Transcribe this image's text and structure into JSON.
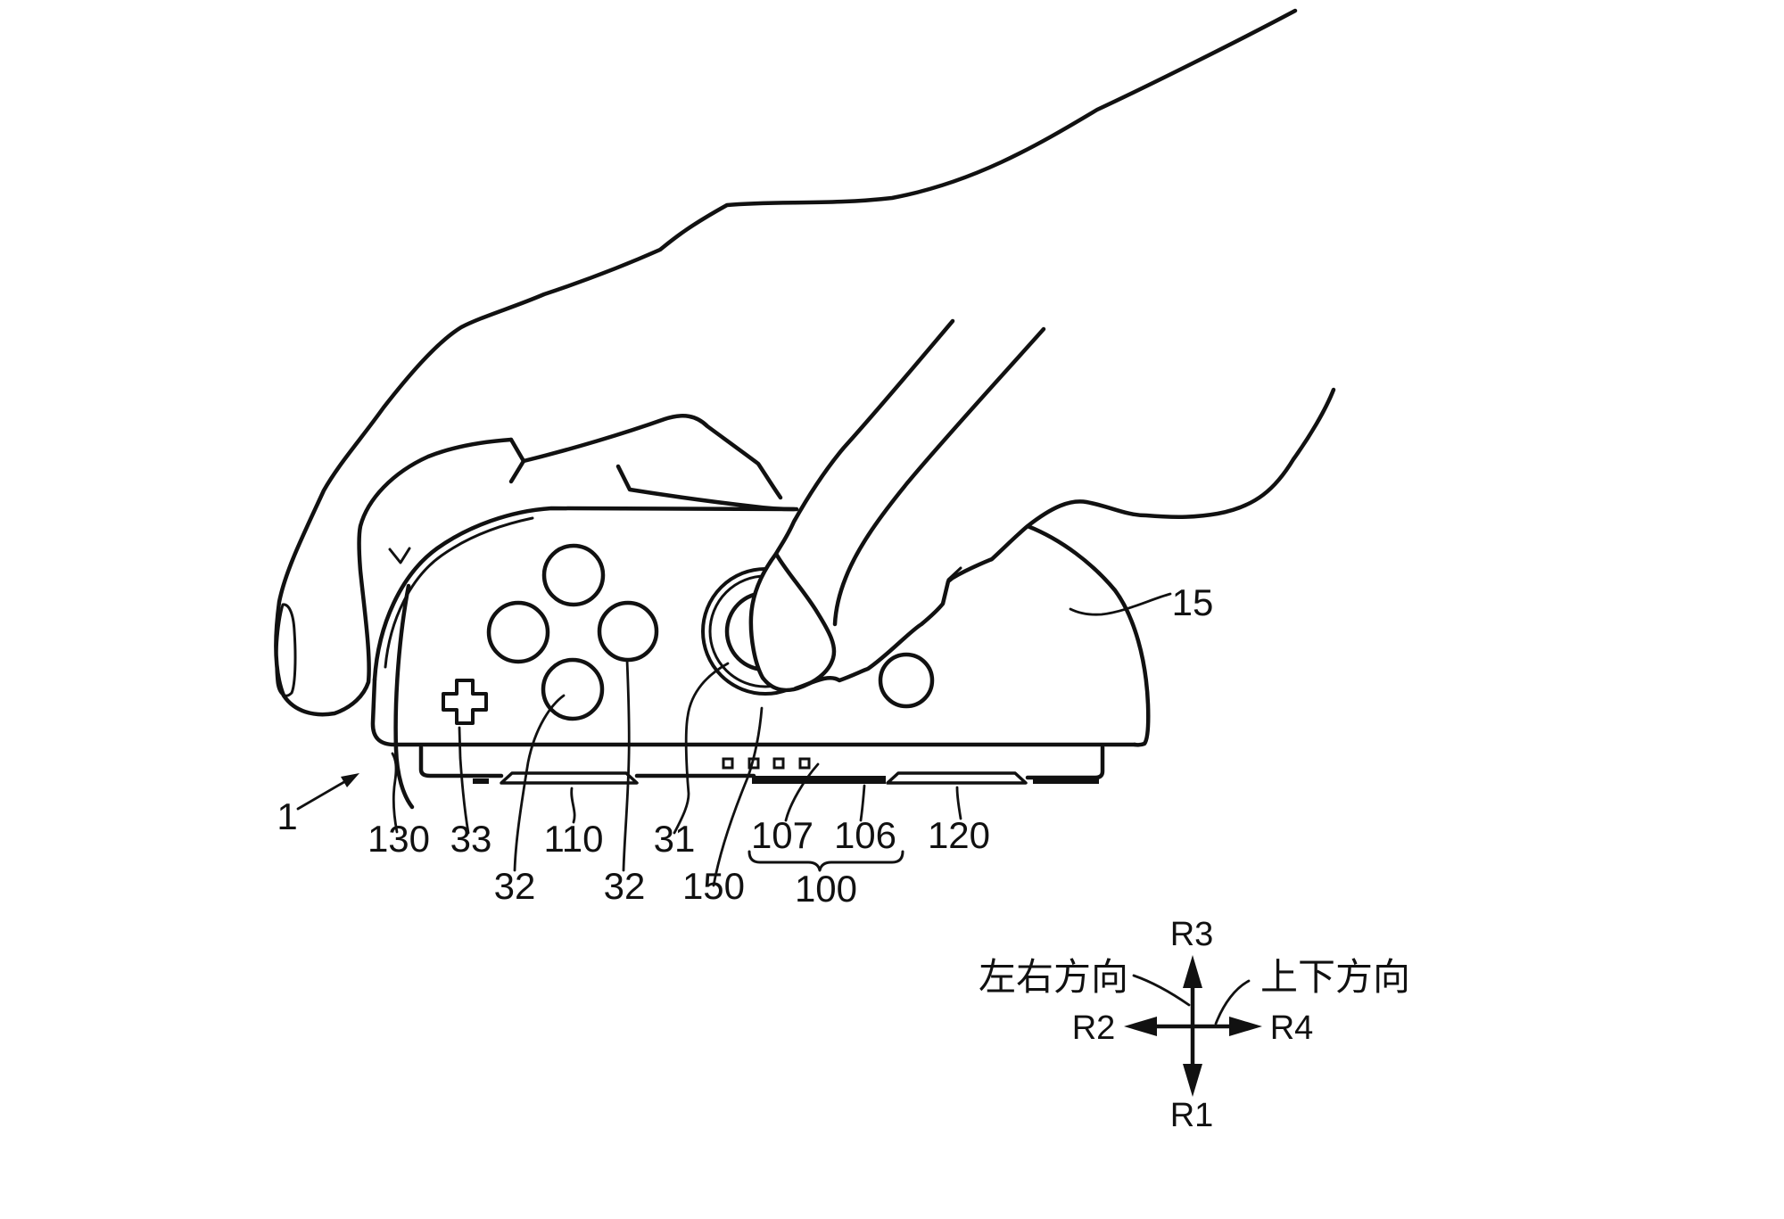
{
  "figure": {
    "description": "Patent line drawing of a hand holding a game controller operated like a mouse",
    "callouts": {
      "device": "1",
      "housing": "15",
      "left_housing_part": "130",
      "plus_button": "33",
      "left_rail_bar": "110",
      "analog_stick": "31",
      "lower_round_button": "32",
      "right_round_button": "32",
      "stick_ring": "150",
      "indicator_leds": "107",
      "rail_edge": "106",
      "right_rail_bar": "120",
      "rail_assembly": "100"
    },
    "compass": {
      "up": "R3",
      "down": "R1",
      "left": "R2",
      "right": "R4",
      "left_axis": "左右方向",
      "right_axis": "上下方向"
    }
  }
}
